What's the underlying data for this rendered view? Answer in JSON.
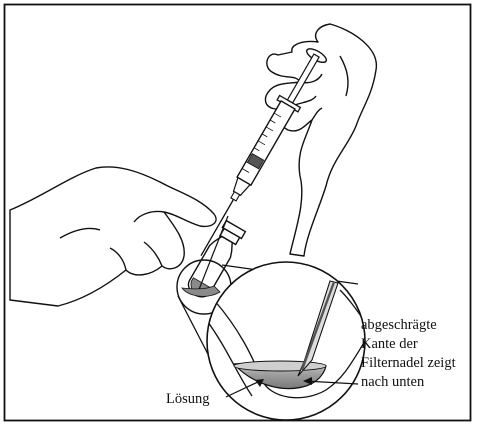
{
  "labels": {
    "bevel_lines": [
      "abgeschrägte",
      "Kante der",
      "Filternadel zeigt",
      "nach unten"
    ],
    "solution": "Lösung"
  },
  "colors": {
    "outline": "#111111",
    "solution_fill": "#9a9a9a",
    "skin": "#ffffff"
  },
  "icons": [
    "left-hand-icon",
    "right-hand-icon",
    "syringe-icon",
    "vial-icon",
    "magnifier-icon",
    "filter-needle-icon"
  ]
}
